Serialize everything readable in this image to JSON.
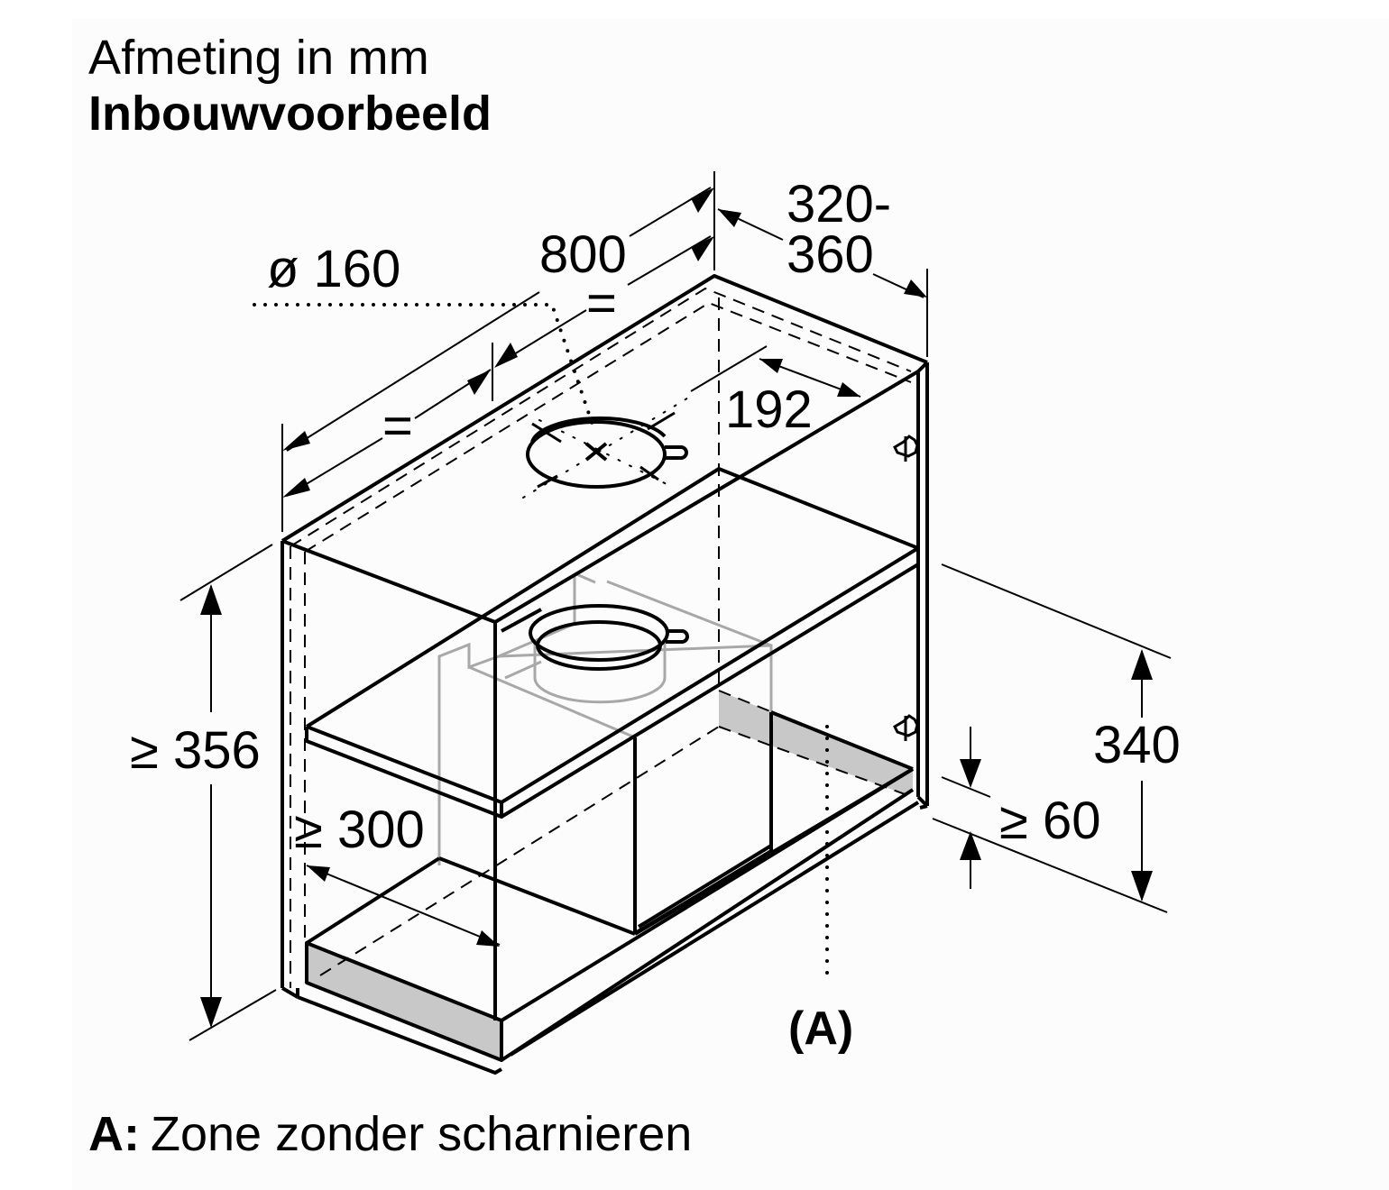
{
  "header": {
    "title": "Afmeting in mm",
    "subtitle": "Inbouwvoorbeeld"
  },
  "dimensions": {
    "duct_diameter": "ø 160",
    "width": "800",
    "equal_left": "=",
    "equal_right": "=",
    "depth_line1": "320-",
    "depth_line2": "360",
    "cutout_offset": "192",
    "min_height": "≥ 356",
    "min_depth": "≥ 300",
    "hood_height": "340",
    "min_clearance": "≥ 60",
    "zone_marker": "(A)"
  },
  "legend": {
    "key": "A:",
    "text": "Zone zonder scharnieren"
  },
  "colors": {
    "line": "#000000",
    "ghost_line": "#a8a8a8",
    "zone_fill": "#c8c8c8",
    "panel_bg": "#fcfcfc"
  }
}
